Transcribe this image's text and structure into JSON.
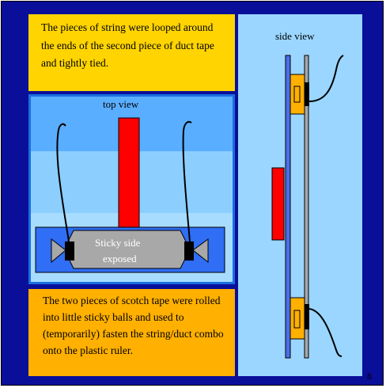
{
  "notes": {
    "top": "The pieces of string were looped around the ends of the second piece of duct tape and tightly tied.",
    "bottom": "The two pieces of scotch tape were rolled into little sticky balls and used to (temporarily) fasten the string/duct combo onto the plastic ruler."
  },
  "top_view": {
    "caption": "top view",
    "tape_label_line1": "Sticky side",
    "tape_label_line2": "exposed"
  },
  "side_view": {
    "caption": "side view"
  },
  "page_number": "8",
  "colors": {
    "background": "#0a0f9a",
    "note_top": "#ffd400",
    "note_bottom": "#ffb000",
    "ruler": "#ff0000",
    "tape": "#a8a8a8",
    "scotch_ball": "#000000"
  }
}
